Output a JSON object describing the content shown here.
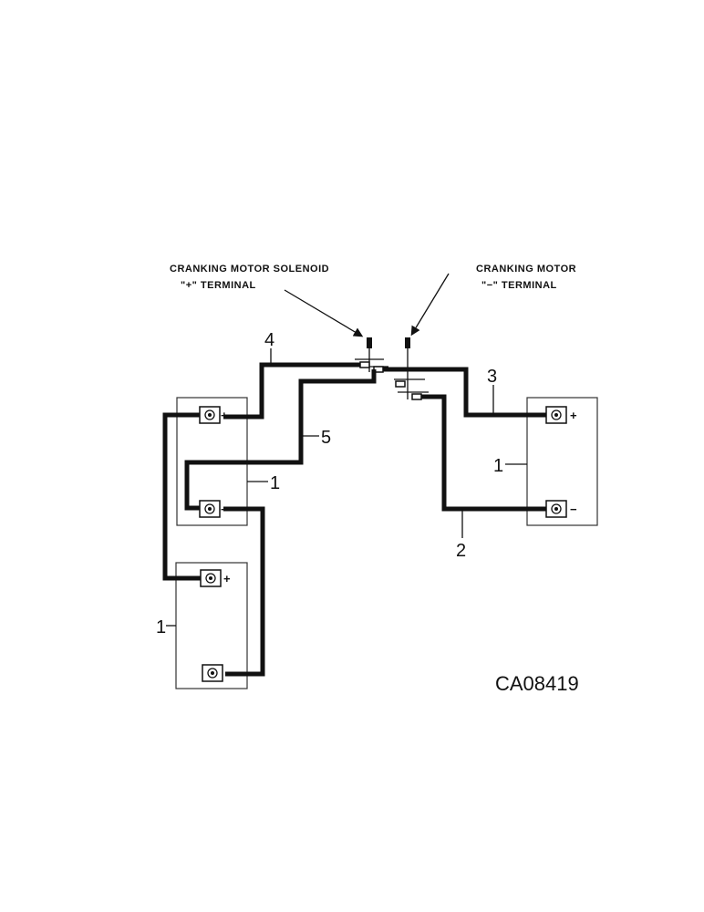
{
  "callouts": {
    "solenoid_line1": "CRANKING MOTOR SOLENOID",
    "solenoid_line2": "\"+\" TERMINAL",
    "motor_line1": "CRANKING MOTOR",
    "motor_line2": "\"−\" TERMINAL"
  },
  "item_numbers": {
    "battery_upper_left": "1",
    "battery_right": "1",
    "battery_lower_left": "1",
    "cable_2": "2",
    "cable_3": "3",
    "cable_4": "4",
    "cable_5": "5"
  },
  "terminal_signs": {
    "positive": "+",
    "negative": "−"
  },
  "figure_id": "CA08419"
}
